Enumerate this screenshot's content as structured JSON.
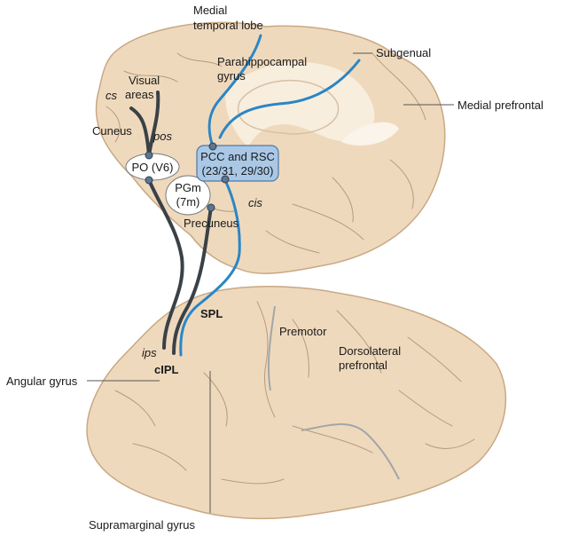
{
  "labels": {
    "medial_temporal_lobe_1": "Medial",
    "medial_temporal_lobe_2": "temporal lobe",
    "parahippocampal_1": "Parahippocampal",
    "parahippocampal_2": "gyrus",
    "subgenual": "Subgenual",
    "medial_prefrontal": "Medial prefrontal",
    "cs": "cs",
    "visual_areas_1": "Visual",
    "visual_areas_2": "areas",
    "cuneus": "Cuneus",
    "pos": "pos",
    "po_v6": "PO (V6)",
    "pcc_rsc_1": "PCC and RSC",
    "pcc_rsc_2": "(23/31, 29/30)",
    "pgm_1": "PGm",
    "pgm_2": "(7m)",
    "cis": "cis",
    "precuneus": "Precuneus",
    "spl": "SPL",
    "premotor": "Premotor",
    "dorsolateral_1": "Dorsolateral",
    "dorsolateral_2": "prefrontal",
    "ips": "ips",
    "cipl": "cIPL",
    "angular_gyrus": "Angular gyrus",
    "supramarginal_gyrus": "Supramarginal gyrus"
  },
  "colors": {
    "brain_fill": "#efd9bd",
    "brain_stroke": "#c8a884",
    "white_matter": "#fbf4ea",
    "dark_pathway": "#3a4147",
    "blue_pathway": "#2b86c5",
    "pcc_box_fill": "#aac8e6",
    "pcc_box_stroke": "#4d78a8",
    "node_fill": "#5b7690"
  }
}
